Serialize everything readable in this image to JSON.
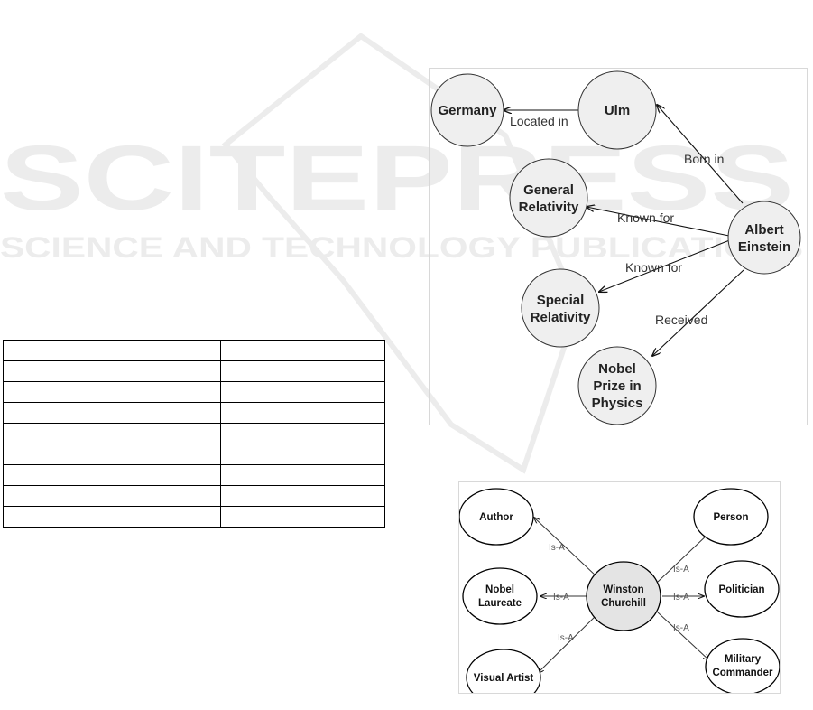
{
  "watermark": {
    "line1": "SCITEPRESS",
    "line2": "SCIENCE AND TECHNOLOGY PUBLICATIONS"
  },
  "table": {
    "rows": 9,
    "cols": 2
  },
  "einstein_graph": {
    "nodes": {
      "germany": "Germany",
      "ulm": "Ulm",
      "general_relativity": [
        "General",
        "Relativity"
      ],
      "special_relativity": [
        "Special",
        "Relativity"
      ],
      "einstein": [
        "Albert",
        "Einstein"
      ],
      "nobel_prize": [
        "Nobel",
        "Prize in",
        "Physics"
      ]
    },
    "edges": {
      "located_in": "Located in",
      "born_in": "Born in",
      "known_for_1": "Known for",
      "known_for_2": "Known for",
      "received": "Received"
    }
  },
  "churchill_graph": {
    "nodes": {
      "author": "Author",
      "nobel_laureate": [
        "Nobel",
        "Laureate"
      ],
      "visual_artist": "Visual Artist",
      "churchill": [
        "Winston",
        "Churchill"
      ],
      "person": "Person",
      "politician": "Politician",
      "military_commander": [
        "Military",
        "Commander"
      ]
    },
    "edges": {
      "author": "Is-A",
      "nobel_laureate": "Is-A",
      "visual_artist": "Is-A",
      "person": "Is-A",
      "politician": "Is-A",
      "military_commander": "Is-A"
    }
  }
}
